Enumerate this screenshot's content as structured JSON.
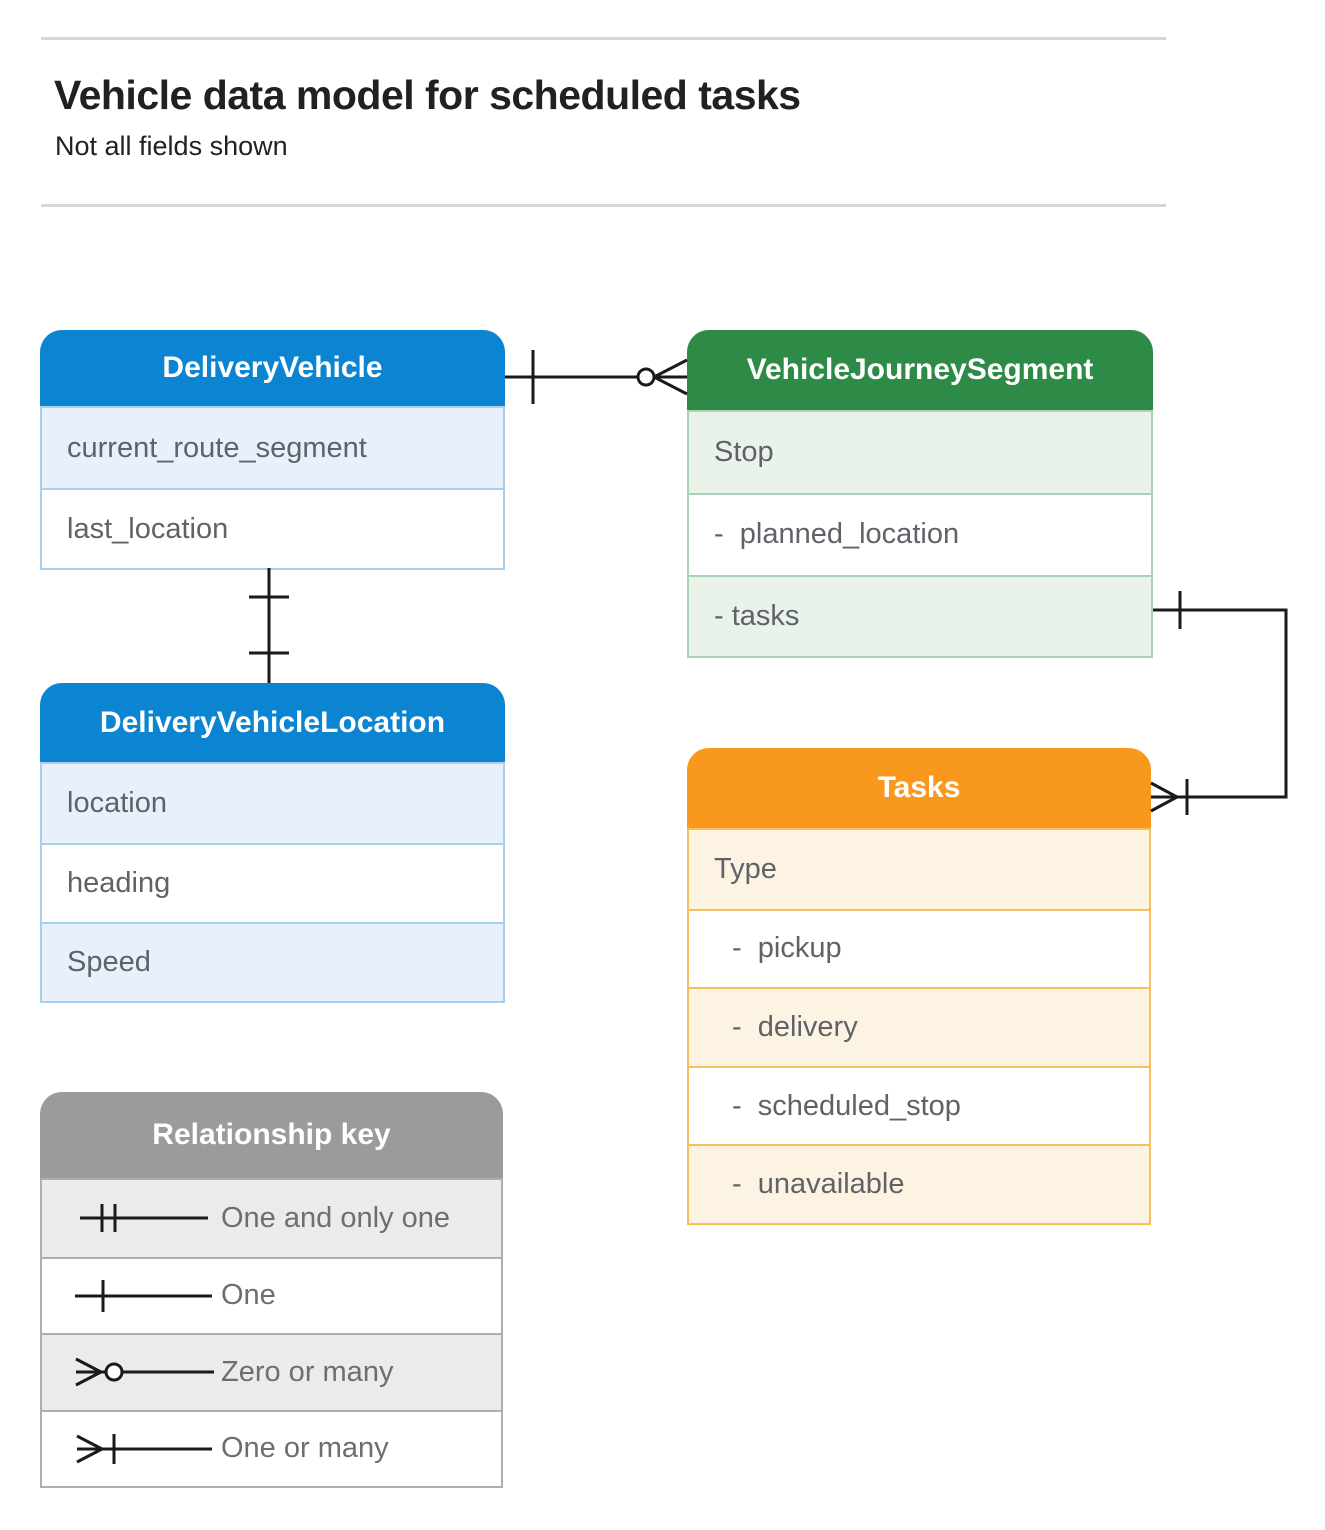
{
  "page": {
    "title": "Vehicle data model for scheduled tasks",
    "subtitle": "Not all fields shown"
  },
  "colors": {
    "blue": "#0b85d1",
    "blue_tint": "#e8f1fb",
    "blue_border": "#a8cfee",
    "green": "#2e8b47",
    "green_tint": "#e9f3ec",
    "green_border": "#a8d4b3",
    "orange": "#f8991d",
    "orange_tint": "#fdf3e3",
    "orange_border": "#f8c05c",
    "gray": "#9b9b9b",
    "gray_tint": "#ebebeb",
    "gray_border": "#aeaeae",
    "row_text": "#5f6368",
    "key_text": "#6e6e6e",
    "title_text": "#202124",
    "line": "#1a1a1a",
    "hr": "#d6d6d6"
  },
  "entities": [
    {
      "name": "DeliveryVehicle",
      "header_color": "blue",
      "rows": [
        {
          "label": "current_route_segment"
        },
        {
          "label": "last_location"
        }
      ]
    },
    {
      "name": "VehicleJourneySegment",
      "header_color": "green",
      "rows": [
        {
          "label": "Stop"
        },
        {
          "label": "-  planned_location"
        },
        {
          "label": "- tasks"
        }
      ]
    },
    {
      "name": "DeliveryVehicleLocation",
      "header_color": "blue",
      "rows": [
        {
          "label": "location"
        },
        {
          "label": "heading"
        },
        {
          "label": "Speed"
        }
      ]
    },
    {
      "name": "Tasks",
      "header_color": "orange",
      "rows": [
        {
          "label": "Type"
        },
        {
          "label": "-  pickup"
        },
        {
          "label": "-  delivery"
        },
        {
          "label": "-  scheduled_stop"
        },
        {
          "label": "-  unavailable"
        }
      ]
    }
  ],
  "legend": {
    "title": "Relationship key",
    "items": [
      {
        "symbol": "one-and-only-one",
        "label": "One and only one"
      },
      {
        "symbol": "one",
        "label": "One"
      },
      {
        "symbol": "zero-or-many",
        "label": "Zero or many"
      },
      {
        "symbol": "one-or-many",
        "label": "One or many"
      }
    ]
  },
  "relationships": [
    {
      "from": "DeliveryVehicle",
      "to": "VehicleJourneySegment",
      "from_end": "one",
      "to_end": "zero-or-many"
    },
    {
      "from": "DeliveryVehicle",
      "to": "DeliveryVehicleLocation",
      "from_end": "one",
      "to_end": "one"
    },
    {
      "from": "VehicleJourneySegment.tasks",
      "to": "Tasks",
      "from_end": "one",
      "to_end": "one-or-many"
    }
  ]
}
